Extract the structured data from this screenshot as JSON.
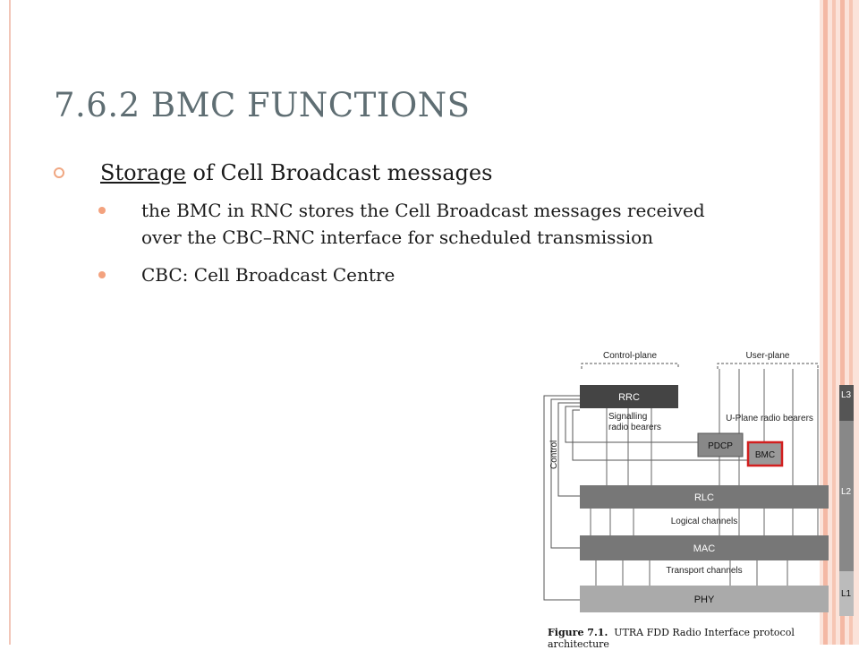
{
  "slide": {
    "title": "7.6.2 BMC FUNCTIONS",
    "bullet": {
      "underlined": "Storage",
      "rest": " of Cell Broadcast messages",
      "subs": [
        "the BMC in RNC stores the Cell Broadcast messages received over the CBC–RNC interface for scheduled transmission",
        "CBC: Cell Broadcast Centre"
      ]
    }
  },
  "figure": {
    "control_plane": "Control-plane",
    "user_plane": "User-plane",
    "rrc": "RRC",
    "signalling_1": "Signalling",
    "signalling_2": "radio bearers",
    "uplane_bearers": "U-Plane radio bearers",
    "pdcp": "PDCP",
    "bmc": "BMC",
    "control": "Control",
    "rlc": "RLC",
    "logical": "Logical channels",
    "mac": "MAC",
    "transport": "Transport channels",
    "phy": "PHY",
    "l3": "L3",
    "l2": "L2",
    "l1": "L1",
    "caption_label": "Figure 7.1.",
    "caption_text": "UTRA FDD Radio Interface protocol architecture",
    "highlight_color": "#d21f1f"
  }
}
